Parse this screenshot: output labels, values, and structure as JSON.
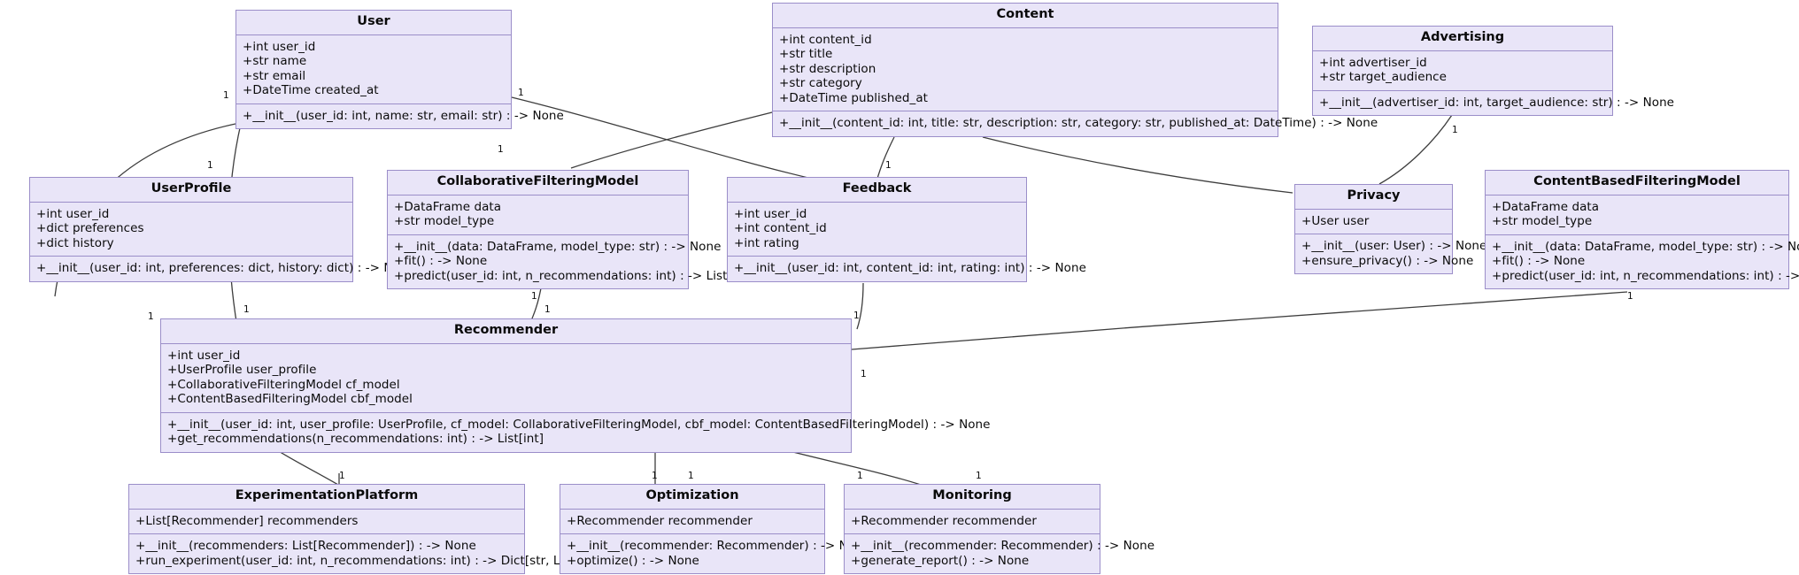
{
  "diagram": {
    "kind": "uml-class-diagram",
    "background": "#ffffff",
    "box_fill": "#e9e5f8",
    "box_border": "#9b8ec9",
    "edge_color": "#3d3d3d",
    "multiplicity_label": "1"
  },
  "classes": [
    {
      "id": "user",
      "name": "User",
      "attributes": [
        "+int user_id",
        "+str name",
        "+str email",
        "+DateTime created_at"
      ],
      "operations": [
        "+__init__(user_id: int, name: str, email: str) : -> None"
      ]
    },
    {
      "id": "content",
      "name": "Content",
      "attributes": [
        "+int content_id",
        "+str title",
        "+str description",
        "+str category",
        "+DateTime published_at"
      ],
      "operations": [
        "+__init__(content_id: int, title: str, description: str, category: str, published_at: DateTime) : -> None"
      ]
    },
    {
      "id": "advertising",
      "name": "Advertising",
      "attributes": [
        "+int advertiser_id",
        "+str target_audience"
      ],
      "operations": [
        "+__init__(advertiser_id: int, target_audience: str) : -> None"
      ]
    },
    {
      "id": "userprofile",
      "name": "UserProfile",
      "attributes": [
        "+int user_id",
        "+dict preferences",
        "+dict history"
      ],
      "operations": [
        "+__init__(user_id: int, preferences: dict, history: dict) : -> None"
      ]
    },
    {
      "id": "cfmodel",
      "name": "CollaborativeFilteringModel",
      "attributes": [
        "+DataFrame data",
        "+str model_type"
      ],
      "operations": [
        "+__init__(data: DataFrame, model_type: str) : -> None",
        "+fit() : -> None",
        "+predict(user_id: int, n_recommendations: int) : -> List[int]"
      ]
    },
    {
      "id": "feedback",
      "name": "Feedback",
      "attributes": [
        "+int user_id",
        "+int content_id",
        "+int rating"
      ],
      "operations": [
        "+__init__(user_id: int, content_id: int, rating: int) : -> None"
      ]
    },
    {
      "id": "privacy",
      "name": "Privacy",
      "attributes": [
        "+User user"
      ],
      "operations": [
        "+__init__(user: User) : -> None",
        "+ensure_privacy() : -> None"
      ]
    },
    {
      "id": "cbfmodel",
      "name": "ContentBasedFilteringModel",
      "attributes": [
        "+DataFrame data",
        "+str model_type"
      ],
      "operations": [
        "+__init__(data: DataFrame, model_type: str) : -> None",
        "+fit() : -> None",
        "+predict(user_id: int, n_recommendations: int) : -> List[int]"
      ]
    },
    {
      "id": "recommender",
      "name": "Recommender",
      "attributes": [
        "+int user_id",
        "+UserProfile user_profile",
        "+CollaborativeFilteringModel cf_model",
        "+ContentBasedFilteringModel cbf_model"
      ],
      "operations": [
        "+__init__(user_id: int, user_profile: UserProfile, cf_model: CollaborativeFilteringModel, cbf_model: ContentBasedFilteringModel) : -> None",
        "+get_recommendations(n_recommendations: int) : -> List[int]"
      ]
    },
    {
      "id": "experimentationplatform",
      "name": "ExperimentationPlatform",
      "attributes": [
        "+List[Recommender] recommenders"
      ],
      "operations": [
        "+__init__(recommenders: List[Recommender]) : -> None",
        "+run_experiment(user_id: int, n_recommendations: int) : -> Dict[str, List[int]]"
      ]
    },
    {
      "id": "optimization",
      "name": "Optimization",
      "attributes": [
        "+Recommender recommender"
      ],
      "operations": [
        "+__init__(recommender: Recommender) : -> None",
        "+optimize() : -> None"
      ]
    },
    {
      "id": "monitoring",
      "name": "Monitoring",
      "attributes": [
        "+Recommender recommender"
      ],
      "operations": [
        "+__init__(recommender: Recommender) : -> None",
        "+generate_report() : -> None"
      ]
    }
  ],
  "multiplicities": [
    {
      "id": "m1",
      "label": "1"
    },
    {
      "id": "m2",
      "label": "1"
    },
    {
      "id": "m3",
      "label": "1"
    },
    {
      "id": "m4",
      "label": "1"
    },
    {
      "id": "m5",
      "label": "1"
    },
    {
      "id": "m6",
      "label": "1"
    },
    {
      "id": "m7",
      "label": "1"
    },
    {
      "id": "m8",
      "label": "1"
    },
    {
      "id": "m9",
      "label": "1"
    },
    {
      "id": "m10",
      "label": "1"
    },
    {
      "id": "m11",
      "label": "1"
    },
    {
      "id": "m12",
      "label": "1"
    },
    {
      "id": "m13",
      "label": "1"
    },
    {
      "id": "m14",
      "label": "1"
    },
    {
      "id": "m15",
      "label": "1"
    },
    {
      "id": "m16",
      "label": "1"
    },
    {
      "id": "m17",
      "label": "1"
    },
    {
      "id": "m18",
      "label": "1"
    }
  ]
}
